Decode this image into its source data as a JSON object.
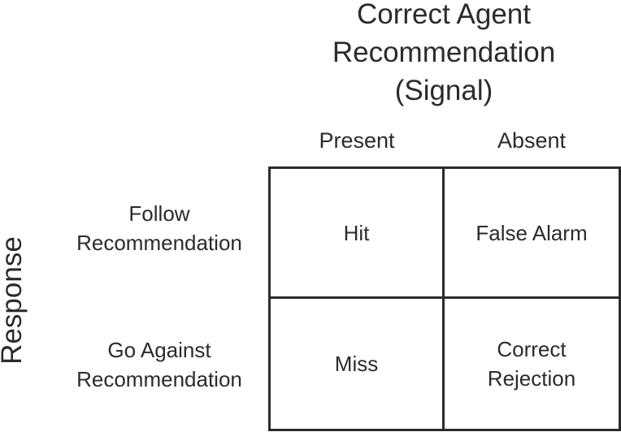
{
  "signal_header": {
    "line1": "Correct Agent",
    "line2": "Recommendation",
    "line3": "(Signal)"
  },
  "columns": {
    "present": "Present",
    "absent": "Absent"
  },
  "response_label": "Response",
  "rows": {
    "follow": {
      "line1": "Follow",
      "line2": "Recommendation"
    },
    "against": {
      "line1": "Go Against",
      "line2": "Recommendation"
    }
  },
  "cells": {
    "hit": "Hit",
    "false_alarm": "False Alarm",
    "miss": "Miss",
    "correct_rejection": {
      "line1": "Correct",
      "line2": "Rejection"
    }
  }
}
